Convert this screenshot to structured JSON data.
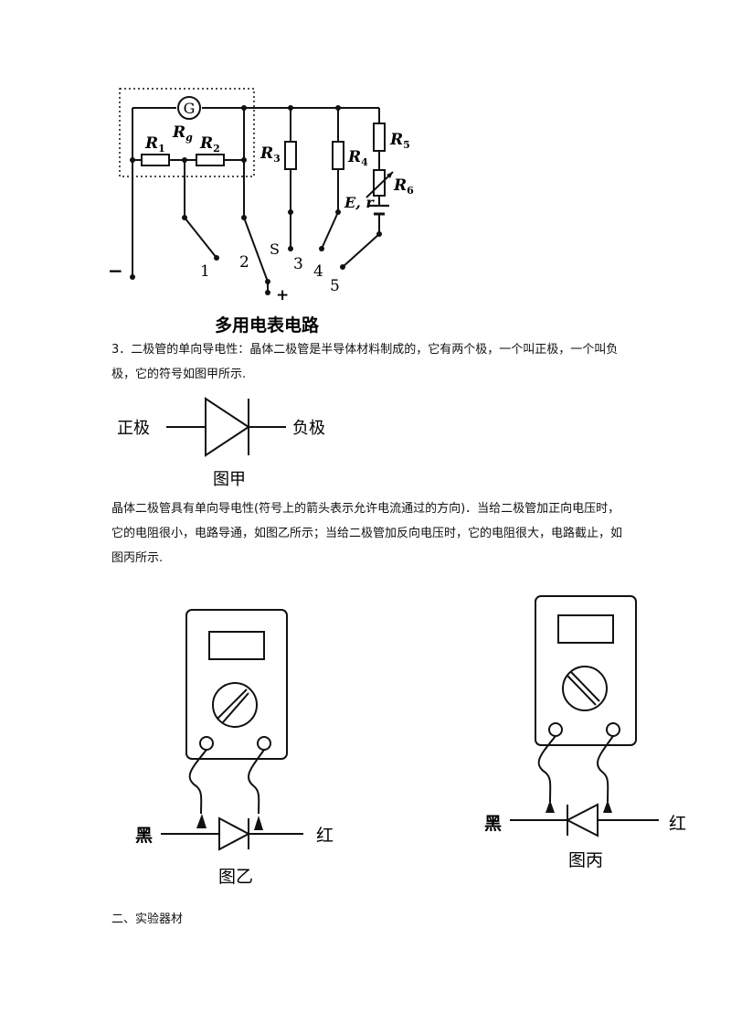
{
  "circuit": {
    "galvanometer_label": "G",
    "rg_main": "R",
    "rg_sub": "g",
    "r1_main": "R",
    "r1_sub": "1",
    "r2_main": "R",
    "r2_sub": "2",
    "r3_main": "R",
    "r3_sub": "3",
    "r4_main": "R",
    "r4_sub": "4",
    "r5_main": "R",
    "r5_sub": "5",
    "r6_main": "R",
    "r6_sub": "6",
    "source_label": "E, r",
    "switch_label": "S",
    "terminals": [
      "1",
      "2",
      "3",
      "4",
      "5"
    ],
    "minus": "−",
    "plus": "+",
    "caption": "多用电表电路"
  },
  "section3": {
    "text": "3．二极管的单向导电性：晶体二极管是半导体材料制成的，它有两个极，一个叫正极，一个叫负极，它的符号如图甲所示."
  },
  "diode_fig": {
    "anode_label": "正极",
    "cathode_label": "负极",
    "caption": "图甲"
  },
  "paragraph2": {
    "text": "晶体二极管具有单向导电性(符号上的箭头表示允许电流通过的方向)．当给二极管加正向电压时，它的电阻很小，电路导通，如图乙所示；当给二极管加反向电压时，它的电阻很大，电路截止，如图丙所示."
  },
  "fig_yi": {
    "black": "黑",
    "red": "红",
    "caption": "图乙"
  },
  "fig_bing": {
    "black": "黑",
    "red": "红",
    "caption": "图丙"
  },
  "section_title": {
    "text": "二、实验器材"
  }
}
